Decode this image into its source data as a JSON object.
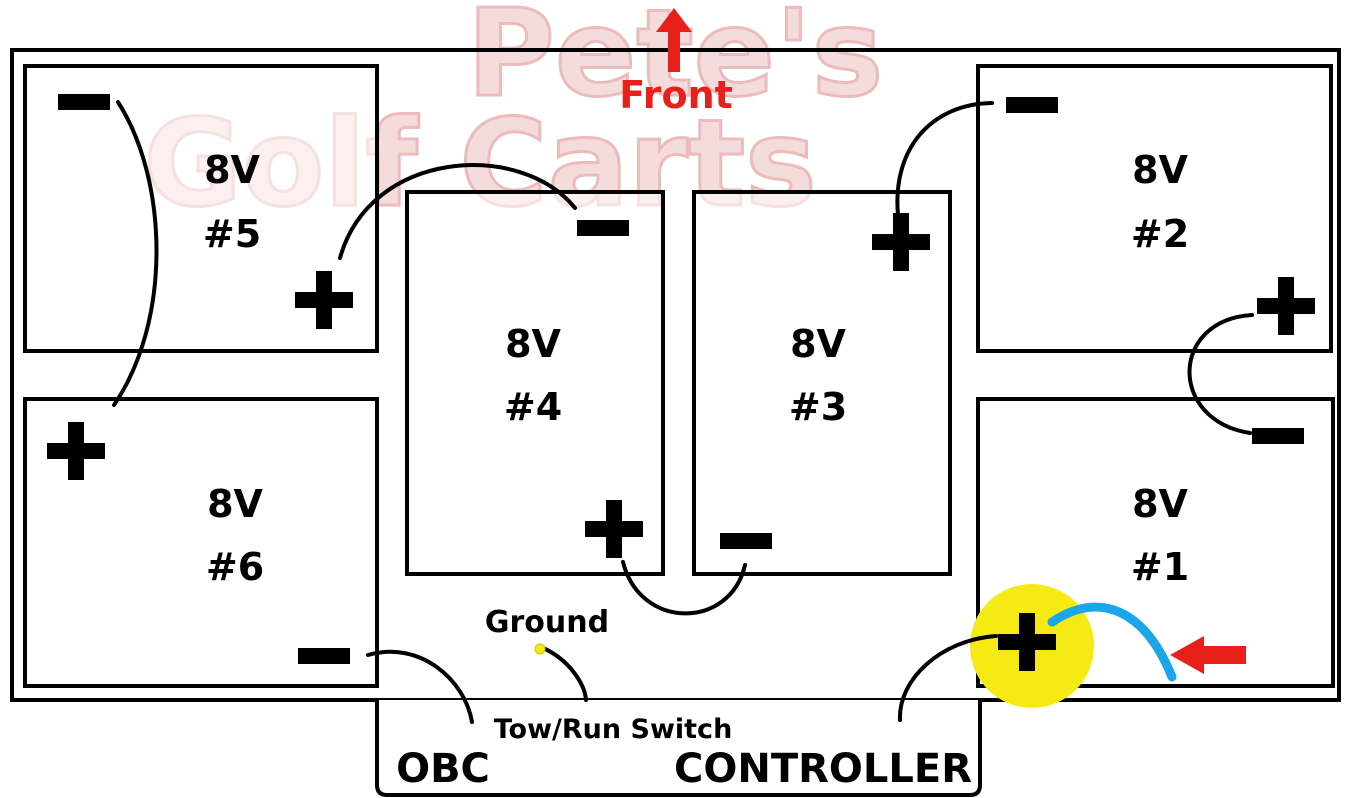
{
  "watermark": {
    "line1": "Pete's",
    "line2": "Golf Carts"
  },
  "front_label": "Front",
  "batteries": [
    {
      "id": "b5",
      "voltage": "8V",
      "number": "#5"
    },
    {
      "id": "b4",
      "voltage": "8V",
      "number": "#4"
    },
    {
      "id": "b3",
      "voltage": "8V",
      "number": "#3"
    },
    {
      "id": "b2",
      "voltage": "8V",
      "number": "#2"
    },
    {
      "id": "b6",
      "voltage": "8V",
      "number": "#6"
    },
    {
      "id": "b1",
      "voltage": "8V",
      "number": "#1"
    }
  ],
  "labels": {
    "ground": "Ground",
    "tow_run_switch": "Tow/Run Switch",
    "obc": "OBC",
    "controller": "CONTROLLER"
  },
  "colors": {
    "front_arrow": "#e8201c",
    "highlight": "#f5ea14",
    "positive_cable": "#1aa6e8",
    "ground_dot": "#f5ea14"
  }
}
